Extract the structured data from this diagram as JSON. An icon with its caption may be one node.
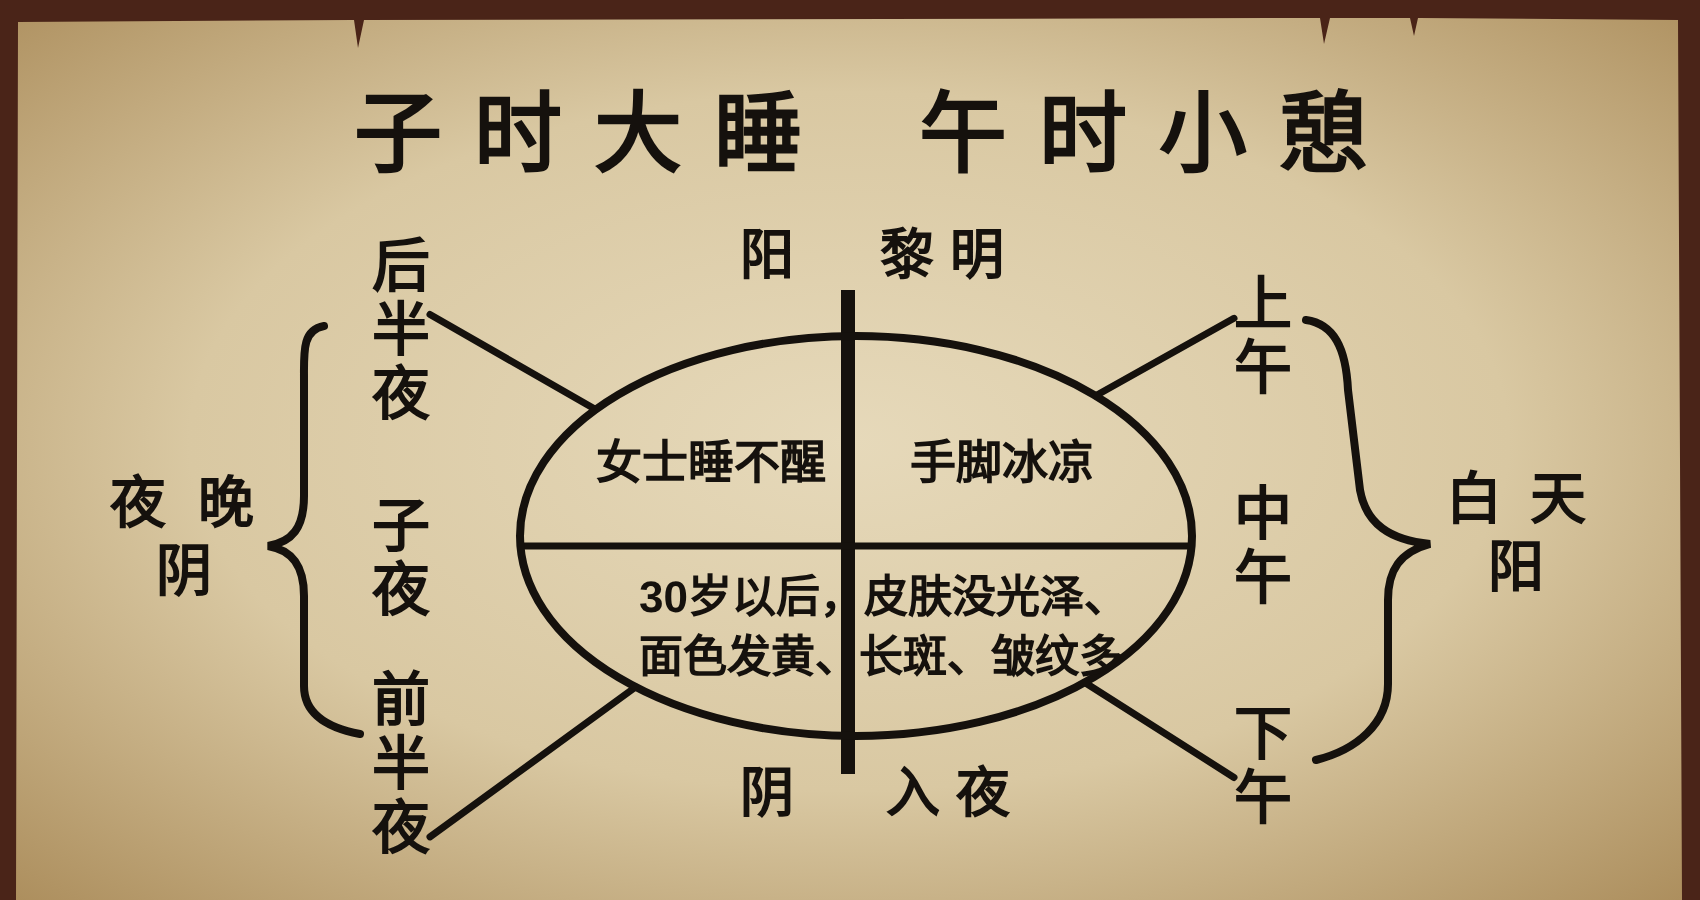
{
  "diagram": {
    "title": "子时大睡 午时小憩",
    "nodes": [
      {
        "text": [
          "后半夜"
        ]
      },
      {
        "text": [
          "上午"
        ]
      },
      {
        "text": [
          "女士睡不醒",
          "手脚冰凉",
          "30岁以后，皮肤没光泽、面色发黄、长斑、皱纹多"
        ]
      },
      {
        "text": [
          "前半夜"
        ]
      },
      {
        "text": [
          "下午"
        ]
      }
    ],
    "edges": [
      {
        "from": 0,
        "to": 2,
        "arrow": "none"
      },
      {
        "from": 1,
        "to": 2,
        "arrow": "none"
      },
      {
        "from": 3,
        "to": 2,
        "arrow": "none"
      },
      {
        "from": 4,
        "to": 2,
        "arrow": "none"
      }
    ],
    "labels": [
      "阳",
      "黎明",
      "夜晚",
      "阴",
      "子夜",
      "中午",
      "白天",
      "阳",
      "阴",
      "入夜"
    ]
  }
}
